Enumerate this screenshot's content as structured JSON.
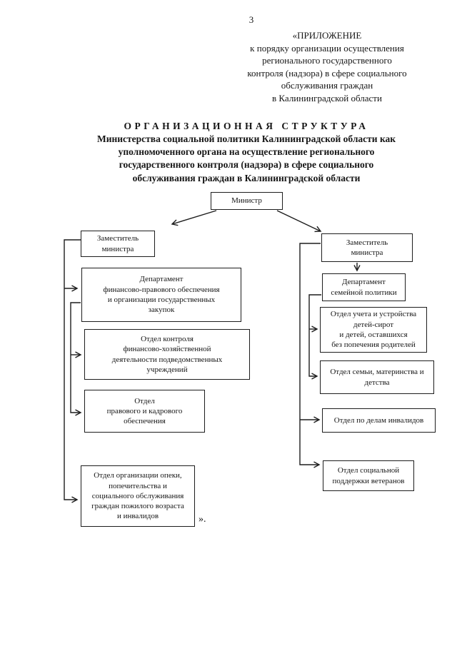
{
  "page_number": "3",
  "appendix_note": "«ПРИЛОЖЕНИЕ\nк порядку организации осуществления\nрегионального государственного\nконтроля (надзора)  в сфере социального\nобслуживания граждан\nв Калининградской области",
  "title": {
    "heading": "ОРГАНИЗАЦИОННАЯ СТРУКТУРА",
    "subheading": "Министерства социальной политики Калининградской области как\nуполномоченного органа на осуществление регионального\nгосударственного контроля (надзора) в сфере социального\nобслуживания граждан в Калининградской области"
  },
  "org_chart": {
    "minister": "Министр",
    "deputy_left": "Заместитель\nминистра",
    "dept_finance": "Департамент\nфинансово-правового обеспечения\nи организации государственных\nзакупок",
    "otdel_control": "Отдел контроля\nфинансово-хозяйственной\nдеятельности  подведомственных\nучреждений",
    "otdel_legal": "Отдел\nправового и кадрового\nобеспечения",
    "otdel_opeka": "Отдел организации опеки,\nпопечительства  и\nсоциального обслуживания\nграждан пожилого возраста\nи инвалидов",
    "deputy_right": "Заместитель\nминистра",
    "dept_family": "Департамент\nсемейной политики",
    "otdel_ucheta": "Отдел учета и устройства\nдетей-сирот\nи детей, оставшихся\nбез попечения родителей",
    "otdel_semyi": "Отдел семьи, материнства и\nдетства",
    "otdel_invalidov": "Отдел по делам  инвалидов",
    "otdel_veteranov": "Отдел социальной\nподдержки ветеранов",
    "closing_mark": "»."
  }
}
